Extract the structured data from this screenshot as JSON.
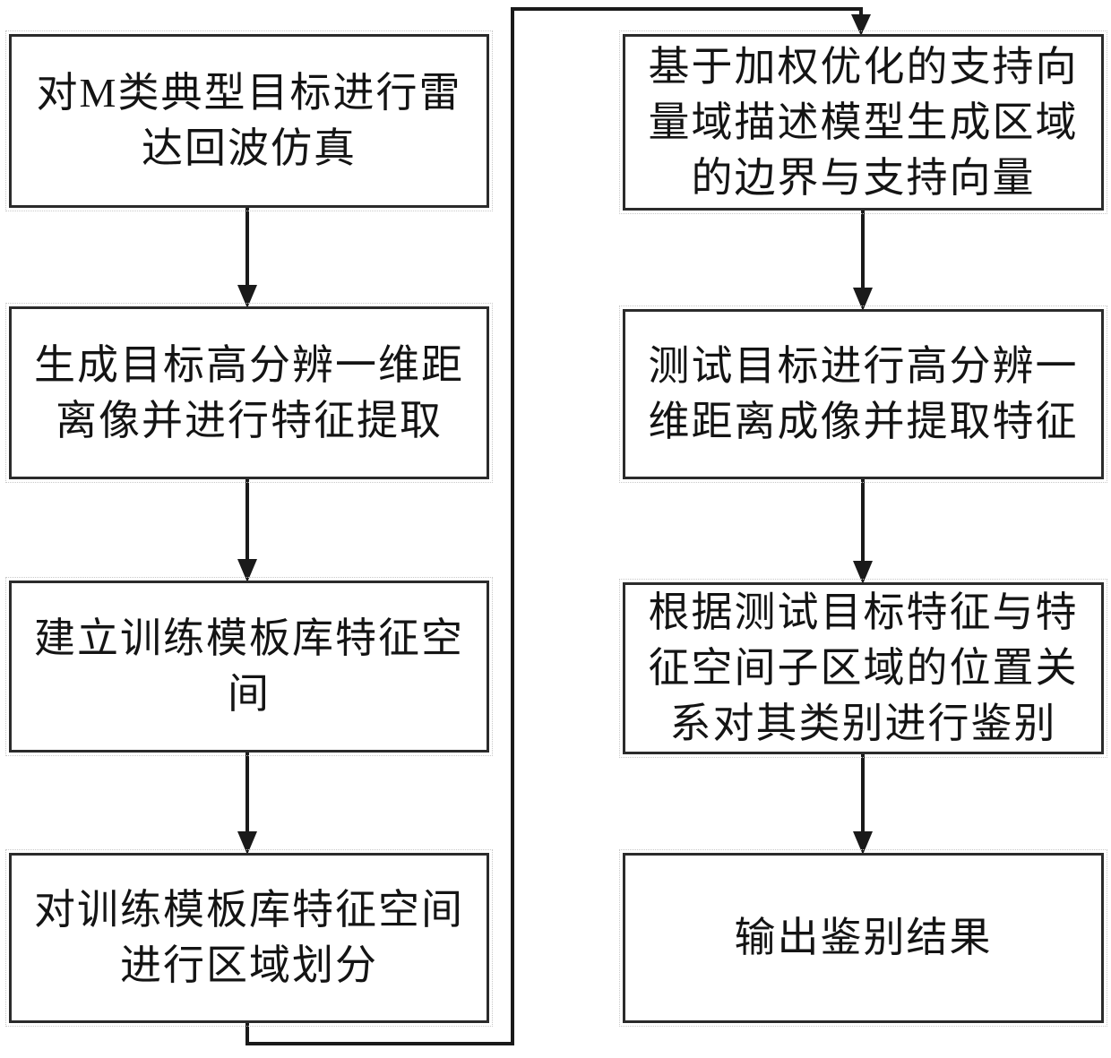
{
  "diagram": {
    "type": "flowchart",
    "left_column": [
      {
        "id": "L1",
        "lines": [
          "对M类典型目标进行雷",
          "达回波仿真"
        ]
      },
      {
        "id": "L2",
        "lines": [
          "生成目标高分辨一维距",
          "离像并进行特征提取"
        ]
      },
      {
        "id": "L3",
        "lines": [
          "建立训练模板库特征空",
          "间"
        ]
      },
      {
        "id": "L4",
        "lines": [
          "对训练模板库特征空间",
          "进行区域划分"
        ]
      }
    ],
    "right_column": [
      {
        "id": "R1",
        "lines": [
          "基于加权优化的支持向",
          "量域描述模型生成区域",
          "的边界与支持向量"
        ]
      },
      {
        "id": "R2",
        "lines": [
          "测试目标进行高分辨一",
          "维距离成像并提取特征"
        ]
      },
      {
        "id": "R3",
        "lines": [
          "根据测试目标特征与特",
          "征空间子区域的位置关",
          "系对其类别进行鉴别"
        ]
      },
      {
        "id": "R4",
        "lines": [
          "输出鉴别结果"
        ]
      }
    ],
    "edges": [
      {
        "from": "L1",
        "to": "L2",
        "style": "arrow-down"
      },
      {
        "from": "L2",
        "to": "L3",
        "style": "arrow-down"
      },
      {
        "from": "L3",
        "to": "L4",
        "style": "arrow-down"
      },
      {
        "from": "L4",
        "to": "R1",
        "style": "elbow-down-right-up-right-arrow-down"
      },
      {
        "from": "R1",
        "to": "R2",
        "style": "arrow-down"
      },
      {
        "from": "R2",
        "to": "R3",
        "style": "arrow-down"
      },
      {
        "from": "R3",
        "to": "R4",
        "style": "arrow-down"
      }
    ],
    "colors": {
      "background": "#ffffff",
      "border": "#2b2b2b",
      "line": "#1a1a1a",
      "text": "#141414"
    }
  }
}
